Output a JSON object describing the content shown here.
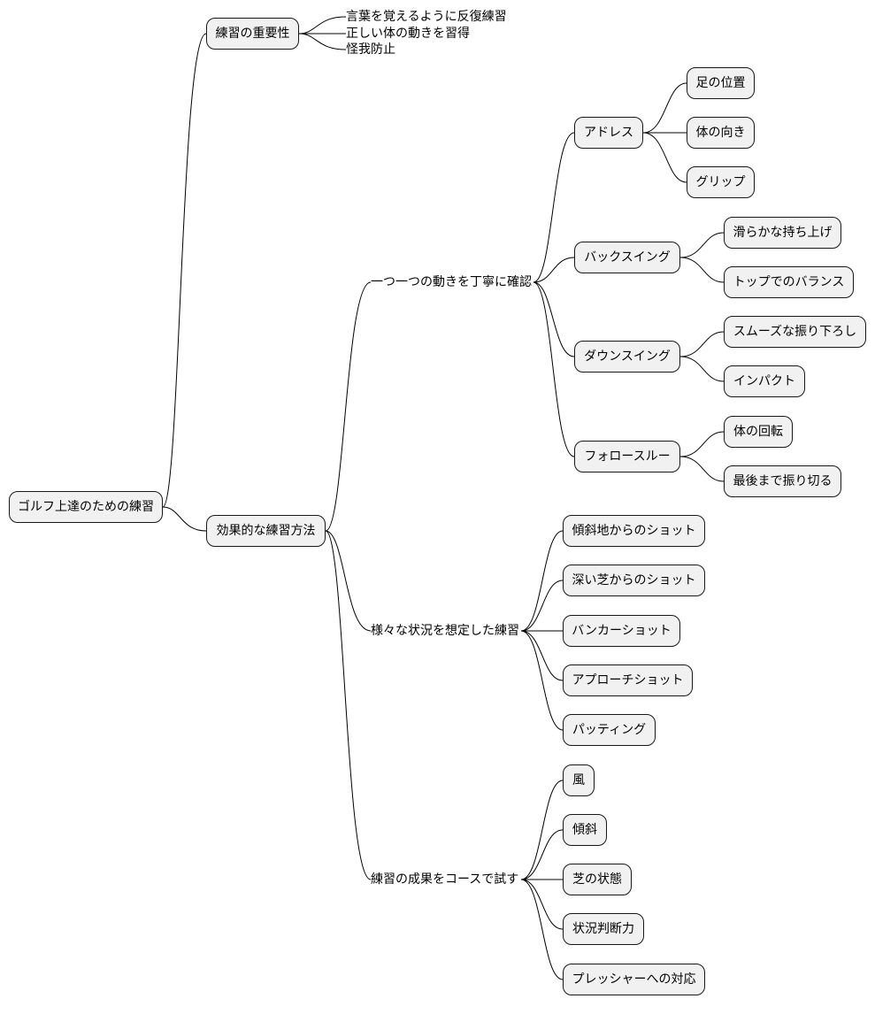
{
  "root": {
    "label": "ゴルフ上達のための練習"
  },
  "importance": {
    "label": "練習の重要性",
    "items": [
      "言葉を覚えるように反復練習",
      "正しい体の動きを習得",
      "怪我防止"
    ]
  },
  "methods": {
    "label": "効果的な練習方法",
    "check": {
      "label": "一つ一つの動きを丁寧に確認",
      "address": {
        "label": "アドレス",
        "items": [
          "足の位置",
          "体の向き",
          "グリップ"
        ]
      },
      "backswing": {
        "label": "バックスイング",
        "items": [
          "滑らかな持ち上げ",
          "トップでのバランス"
        ]
      },
      "downswing": {
        "label": "ダウンスイング",
        "items": [
          "スムーズな振り下ろし",
          "インパクト"
        ]
      },
      "follow": {
        "label": "フォロースルー",
        "items": [
          "体の回転",
          "最後まで振り切る"
        ]
      }
    },
    "situations": {
      "label": "様々な状況を想定した練習",
      "items": [
        "傾斜地からのショット",
        "深い芝からのショット",
        "バンカーショット",
        "アプローチショット",
        "パッティング"
      ]
    },
    "course": {
      "label": "練習の成果をコースで試す",
      "items": [
        "風",
        "傾斜",
        "芝の状態",
        "状況判断力",
        "プレッシャーへの対応"
      ]
    }
  }
}
